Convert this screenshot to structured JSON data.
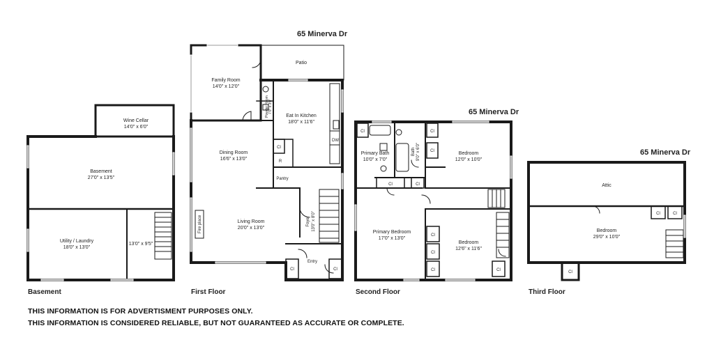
{
  "address": "65 Minerva Dr",
  "floors": {
    "basement": {
      "label": "Basement",
      "rooms": {
        "wine_cellar": {
          "name": "Wine Cellar",
          "dim": "14'0\" x 6'0\""
        },
        "basement": {
          "name": "Basement",
          "dim": "27'0\" x 13'5\""
        },
        "utility": {
          "name": "Utility / Laundry",
          "dim": "18'0\" x 13'0\""
        },
        "storage": {
          "dim": "13'0\" x 9'5\""
        }
      }
    },
    "first": {
      "label": "First Floor",
      "rooms": {
        "family": {
          "name": "Family Room",
          "dim": "14'0\" x 12'0\""
        },
        "patio": {
          "name": "Patio"
        },
        "powder": {
          "name": "Powder Room",
          "dim": "7'0\" x 3'0\""
        },
        "kitchen": {
          "name": "Eat In Kitchen",
          "dim": "18'0\" x 11'6\""
        },
        "dining": {
          "name": "Dining Room",
          "dim": "16'6\" x 13'0\""
        },
        "living": {
          "name": "Living Room",
          "dim": "20'0\" x 13'0\""
        },
        "fireplace": {
          "name": "Fire place"
        },
        "foyer": {
          "name": "Foyer",
          "dim": "13'0\" x 8'0\""
        },
        "pantry": {
          "name": "Pantry"
        },
        "entry": {
          "name": "Entry"
        },
        "dw": "DW",
        "r": "R"
      }
    },
    "second": {
      "label": "Second Floor",
      "rooms": {
        "primary_bath": {
          "name": "Primary Bath",
          "dim": "10'0\" x 7'0\""
        },
        "bath": {
          "name": "Bath",
          "dim": "9'0\" x 6'0\""
        },
        "bedroom1": {
          "name": "Bedroom",
          "dim": "12'0\" x 10'0\""
        },
        "primary_bedroom": {
          "name": "Primary Bedroom",
          "dim": "17'0\" x 13'0\""
        },
        "bedroom2": {
          "name": "Bedroom",
          "dim": "12'6\" x 11'6\""
        }
      }
    },
    "third": {
      "label": "Third Floor",
      "rooms": {
        "attic": {
          "name": "Attic"
        },
        "bedroom": {
          "name": "Bedroom",
          "dim": "29'0\" x 10'0\""
        }
      }
    }
  },
  "closet_label": "Cl",
  "disclaimer": {
    "line1": "THIS INFORMATION IS FOR ADVERTISMENT PURPOSES ONLY.",
    "line2": "THIS INFORMATION IS CONSIDERED RELIABLE, BUT NOT GUARANTEED AS ACCURATE OR COMPLETE."
  }
}
